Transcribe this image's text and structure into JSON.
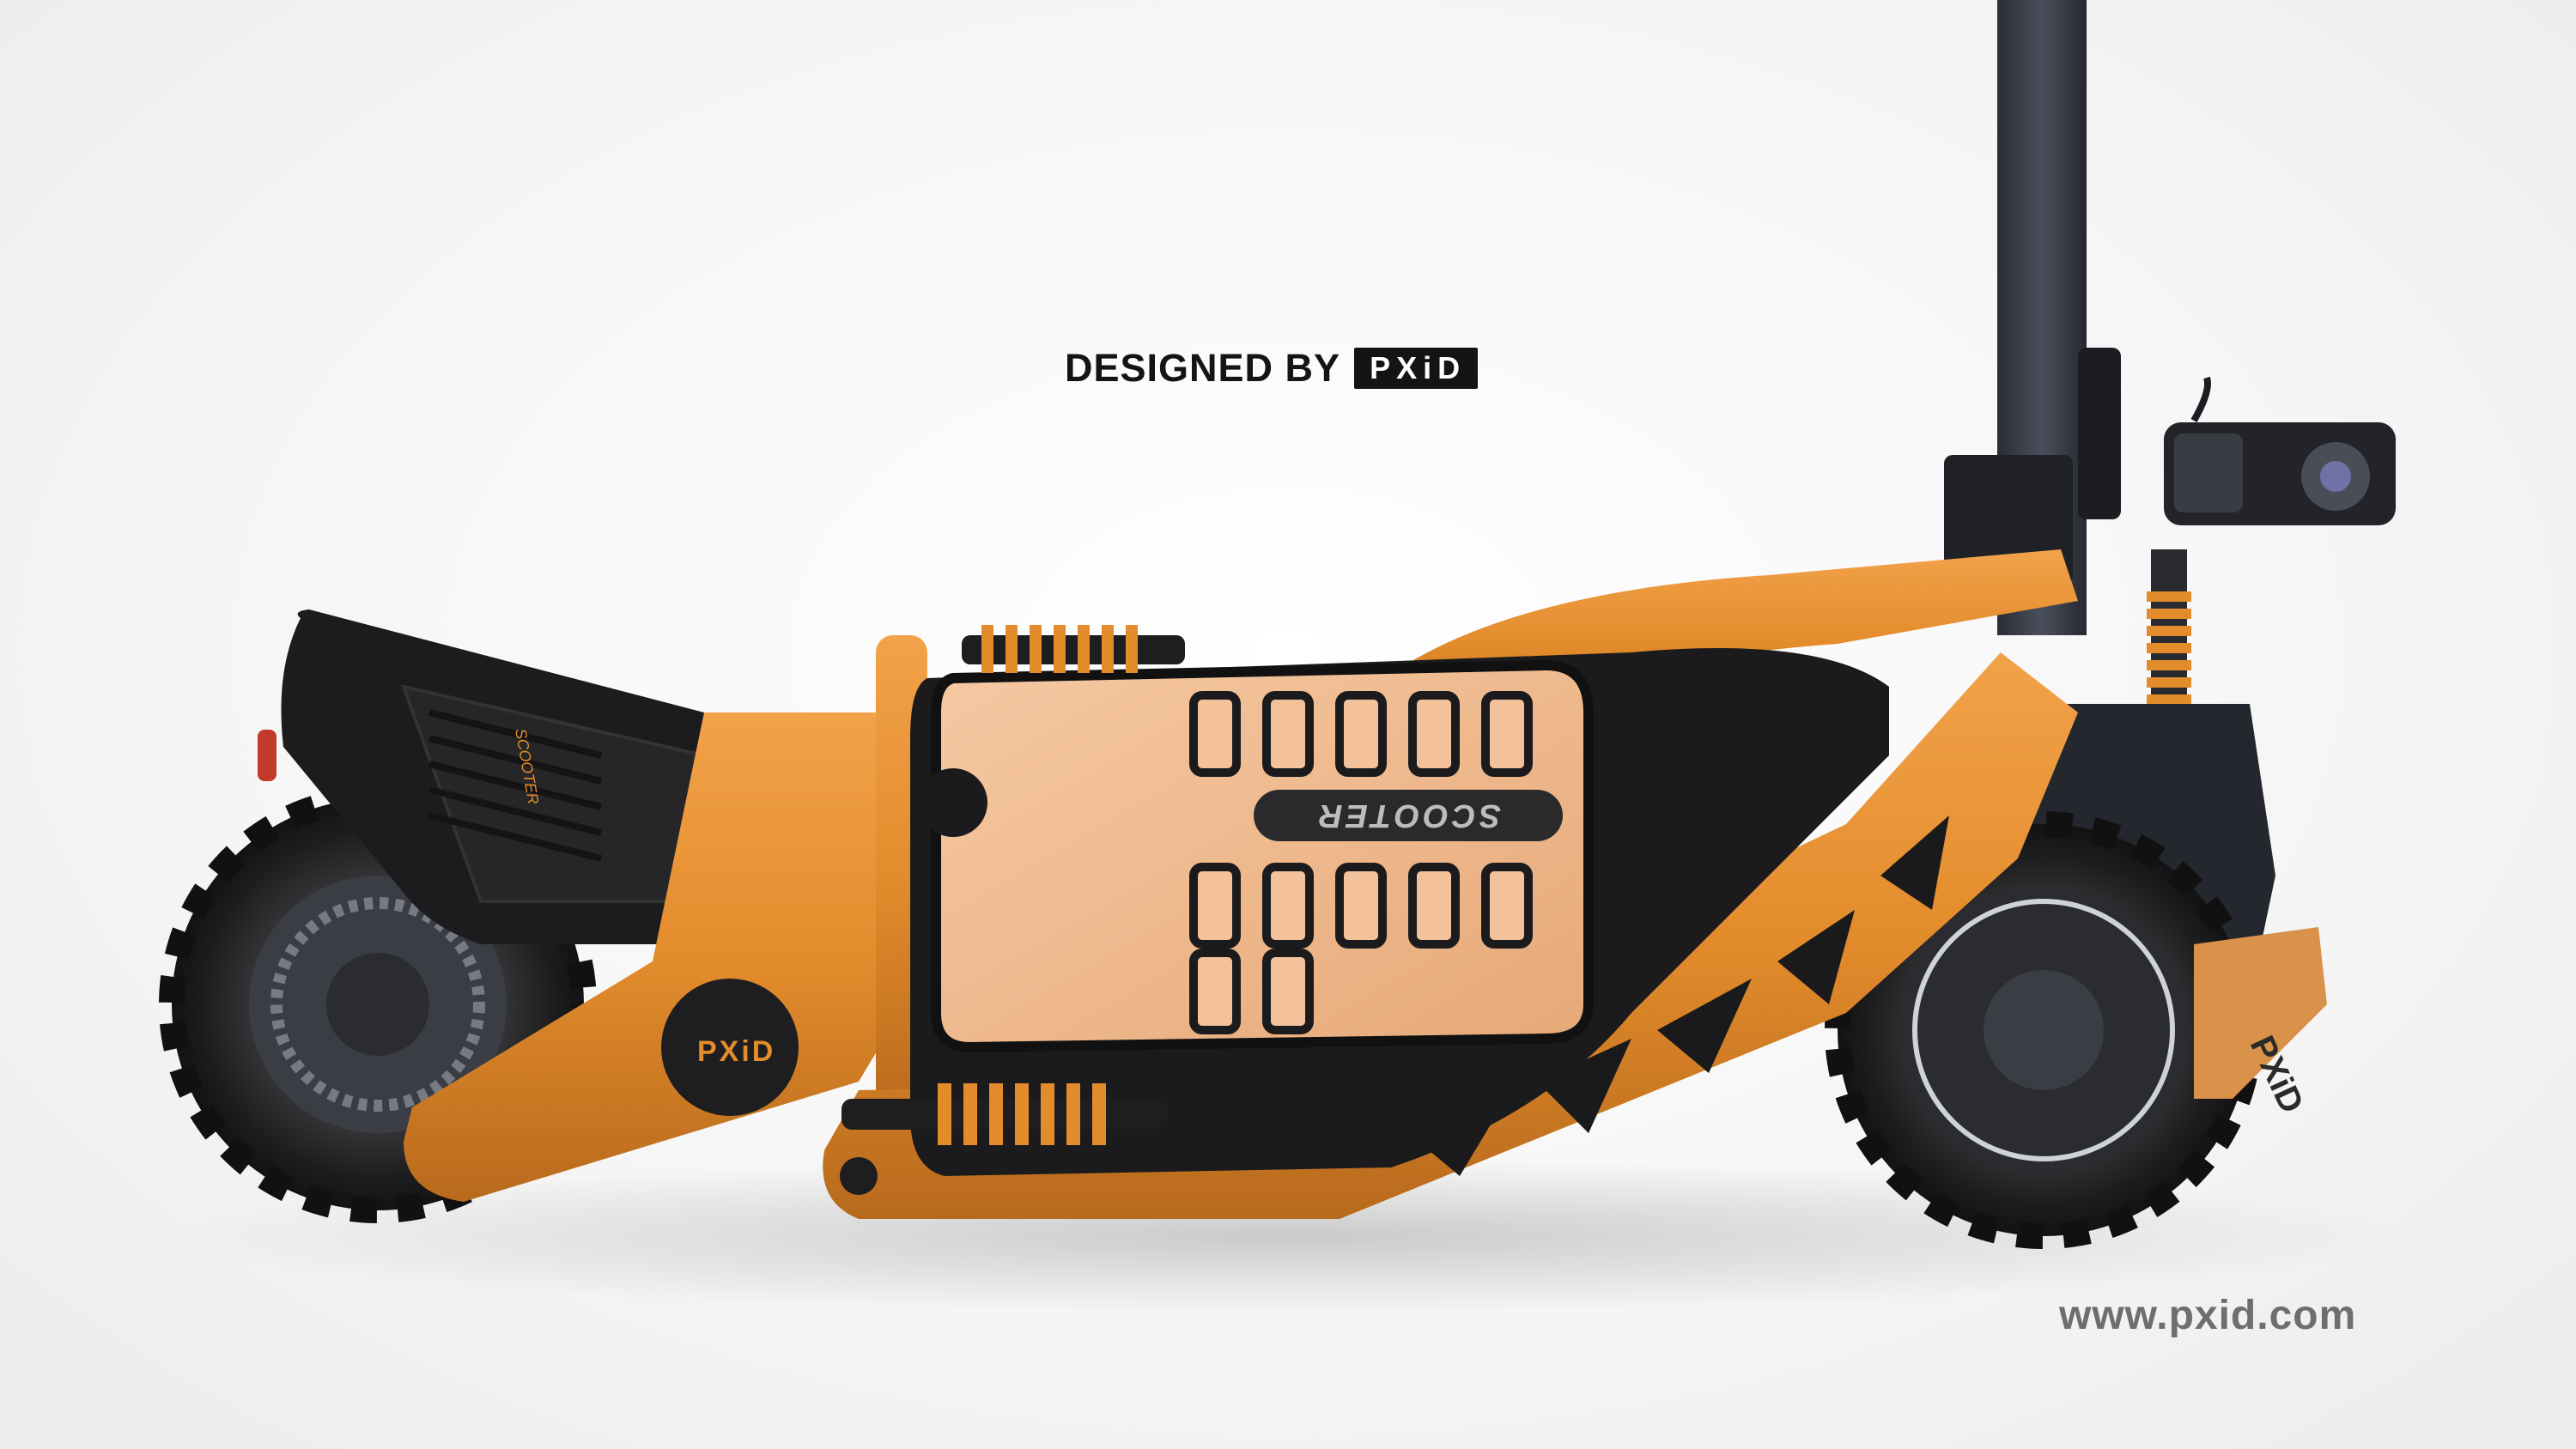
{
  "caption": {
    "designed_by": "DESIGNED BY",
    "brand": "PXiD"
  },
  "website": "www.pxid.com",
  "product": {
    "deck_lettering": "SCOOTER",
    "seat_lettering": "SCOOTER",
    "hub_badge": "PXiD",
    "fork_badge": "PXiD"
  },
  "colors": {
    "frame_orange": "#e38c2c",
    "body_black": "#1b1b1d",
    "stem_gray": "#3b3f4a",
    "deck_copper": "#f0b98f",
    "tire": "#222222"
  }
}
